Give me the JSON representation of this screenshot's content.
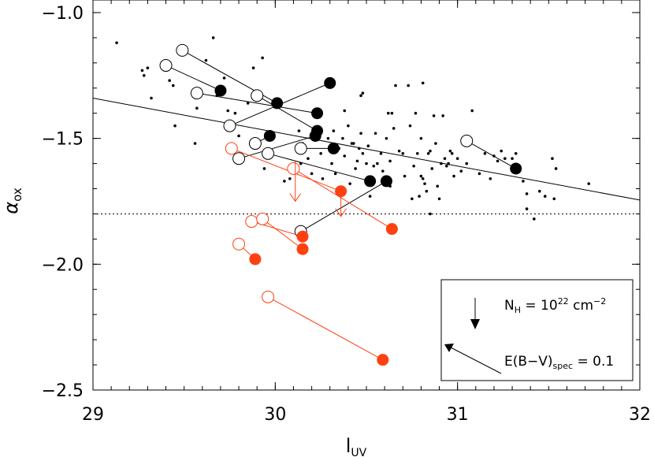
{
  "chart_data": {
    "type": "scatter",
    "title": "",
    "xlabel": "l",
    "xlabel_sub": "UV",
    "ylabel": "α",
    "ylabel_sub": "ox",
    "xlim": [
      29,
      32
    ],
    "ylim": [
      -2.5,
      -0.95
    ],
    "x_ticks": [
      29,
      30,
      31,
      32
    ],
    "x_tick_labels": [
      "29",
      "30",
      "31",
      "32"
    ],
    "y_ticks": [
      -1.0,
      -1.5,
      -2.0,
      -2.5
    ],
    "y_tick_labels": [
      "−1.0",
      "−1.5",
      "−2.0",
      "−2.5"
    ],
    "grid": false,
    "colors": {
      "black": "#000000",
      "red": "#ff4010"
    },
    "reference_lines": [
      {
        "kind": "regression",
        "style": "solid",
        "x": [
          29,
          32
        ],
        "y": [
          -1.34,
          -1.745
        ]
      },
      {
        "kind": "threshold",
        "style": "dotted",
        "y": -1.8
      }
    ],
    "background_points": [
      [
        29.13,
        -1.12
      ],
      [
        29.27,
        -1.23
      ],
      [
        29.3,
        -1.22
      ],
      [
        29.28,
        -1.25
      ],
      [
        29.32,
        -1.34
      ],
      [
        29.42,
        -1.27
      ],
      [
        29.44,
        -1.29
      ],
      [
        29.45,
        -1.45
      ],
      [
        29.56,
        -1.52
      ],
      [
        29.57,
        -1.38
      ],
      [
        29.62,
        -1.19
      ],
      [
        29.66,
        -1.1
      ],
      [
        29.68,
        -1.33
      ],
      [
        29.72,
        -1.26
      ],
      [
        29.74,
        -1.39
      ],
      [
        29.78,
        -1.4
      ],
      [
        29.8,
        -1.49
      ],
      [
        29.85,
        -1.36
      ],
      [
        29.88,
        -1.22
      ],
      [
        29.93,
        -1.18
      ],
      [
        29.94,
        -1.62
      ],
      [
        30.05,
        -1.67
      ],
      [
        30.08,
        -1.66
      ],
      [
        30.13,
        -1.47
      ],
      [
        30.14,
        -1.6
      ],
      [
        30.15,
        -1.52
      ],
      [
        30.18,
        -1.58
      ],
      [
        30.2,
        -1.64
      ],
      [
        30.22,
        -1.48
      ],
      [
        30.25,
        -1.56
      ],
      [
        30.26,
        -1.66
      ],
      [
        30.29,
        -1.5
      ],
      [
        30.3,
        -1.55
      ],
      [
        30.31,
        -1.6
      ],
      [
        30.32,
        -1.47
      ],
      [
        30.33,
        -1.64
      ],
      [
        30.35,
        -1.54
      ],
      [
        30.37,
        -1.5
      ],
      [
        30.38,
        -1.39
      ],
      [
        30.38,
        -1.57
      ],
      [
        30.4,
        -1.45
      ],
      [
        30.41,
        -1.68
      ],
      [
        30.42,
        -1.52
      ],
      [
        30.43,
        -1.52
      ],
      [
        30.44,
        -1.62
      ],
      [
        30.45,
        -1.59
      ],
      [
        30.46,
        -1.54
      ],
      [
        30.47,
        -1.33
      ],
      [
        30.47,
        -1.48
      ],
      [
        30.48,
        -1.32
      ],
      [
        30.48,
        -1.56
      ],
      [
        30.5,
        -1.6
      ],
      [
        30.51,
        -1.53
      ],
      [
        30.52,
        -1.73
      ],
      [
        30.54,
        -1.61
      ],
      [
        30.55,
        -1.48
      ],
      [
        30.56,
        -1.6
      ],
      [
        30.58,
        -1.56
      ],
      [
        30.59,
        -1.63
      ],
      [
        30.61,
        -1.5
      ],
      [
        30.62,
        -1.4
      ],
      [
        30.63,
        -1.59
      ],
      [
        30.63,
        -1.69
      ],
      [
        30.64,
        -1.4
      ],
      [
        30.65,
        -1.46
      ],
      [
        30.66,
        -1.29
      ],
      [
        30.68,
        -1.55
      ],
      [
        30.7,
        -1.56
      ],
      [
        30.71,
        -1.65
      ],
      [
        30.73,
        -1.29
      ],
      [
        30.74,
        -1.45
      ],
      [
        30.75,
        -1.74
      ],
      [
        30.76,
        -1.61
      ],
      [
        30.77,
        -1.4
      ],
      [
        30.78,
        -1.56
      ],
      [
        30.79,
        -1.73
      ],
      [
        30.8,
        -1.65
      ],
      [
        30.8,
        -1.5
      ],
      [
        30.81,
        -1.28
      ],
      [
        30.81,
        -1.66
      ],
      [
        30.82,
        -1.68
      ],
      [
        30.83,
        -1.71
      ],
      [
        30.84,
        -1.56
      ],
      [
        30.85,
        -1.55
      ],
      [
        30.85,
        -1.8
      ],
      [
        30.86,
        -1.62
      ],
      [
        30.87,
        -1.41
      ],
      [
        30.88,
        -1.52
      ],
      [
        30.89,
        -1.69
      ],
      [
        30.9,
        -1.74
      ],
      [
        30.91,
        -1.6
      ],
      [
        30.92,
        -1.41
      ],
      [
        30.93,
        -1.58
      ],
      [
        30.94,
        -1.61
      ],
      [
        30.95,
        -1.6
      ],
      [
        30.96,
        -1.55
      ],
      [
        30.97,
        -1.56
      ],
      [
        30.98,
        -1.65
      ],
      [
        31.0,
        -1.58
      ],
      [
        31.02,
        -1.63
      ],
      [
        31.05,
        -1.6
      ],
      [
        31.08,
        -1.39
      ],
      [
        31.12,
        -1.64
      ],
      [
        31.15,
        -1.56
      ],
      [
        31.18,
        -1.66
      ],
      [
        31.2,
        -1.57
      ],
      [
        31.22,
        -1.59
      ],
      [
        31.24,
        -1.55
      ],
      [
        31.26,
        -1.58
      ],
      [
        31.3,
        -1.58
      ],
      [
        31.32,
        -1.56
      ],
      [
        31.36,
        -1.67
      ],
      [
        31.38,
        -1.72
      ],
      [
        31.38,
        -1.78
      ],
      [
        31.42,
        -1.82
      ],
      [
        31.45,
        -1.71
      ],
      [
        31.48,
        -1.73
      ],
      [
        31.52,
        -1.58
      ],
      [
        31.53,
        -1.74
      ],
      [
        31.54,
        -1.62
      ],
      [
        31.72,
        -1.68
      ]
    ],
    "black_pairs": [
      {
        "open": [
          29.49,
          -1.15
        ],
        "filled": [
          30.01,
          -1.36
        ]
      },
      {
        "open": [
          29.4,
          -1.21
        ],
        "filled": [
          29.7,
          -1.31
        ]
      },
      {
        "open": [
          29.57,
          -1.32
        ],
        "filled": [
          30.23,
          -1.4
        ]
      },
      {
        "open": [
          29.9,
          -1.33
        ],
        "filled": [
          30.23,
          -1.47
        ]
      },
      {
        "open": [
          29.75,
          -1.45
        ],
        "filled": [
          30.3,
          -1.28
        ]
      },
      {
        "open": [
          29.8,
          -1.58
        ],
        "filled": [
          30.22,
          -1.49
        ]
      },
      {
        "open": [
          29.89,
          -1.52
        ],
        "filled": [
          29.97,
          -1.49
        ]
      },
      {
        "open": [
          29.96,
          -1.56
        ],
        "filled": [
          30.52,
          -1.67
        ]
      },
      {
        "open": [
          30.14,
          -1.54
        ],
        "filled": [
          30.32,
          -1.54
        ]
      },
      {
        "open": [
          30.14,
          -1.87
        ],
        "filled": [
          30.61,
          -1.67
        ]
      },
      {
        "open": [
          31.05,
          -1.51
        ],
        "filled": [
          31.32,
          -1.62
        ]
      }
    ],
    "red_pairs": [
      {
        "open": [
          29.76,
          -1.54
        ],
        "filled": [
          30.36,
          -1.71
        ]
      },
      {
        "open": [
          29.87,
          -1.83
        ],
        "filled": [
          30.15,
          -1.89
        ]
      },
      {
        "open": [
          29.93,
          -1.82
        ],
        "filled": [
          30.15,
          -1.94
        ]
      },
      {
        "open": [
          29.8,
          -1.92
        ],
        "filled": [
          29.89,
          -1.98
        ]
      },
      {
        "open": [
          30.1,
          -1.62
        ],
        "filled": [
          30.64,
          -1.86
        ]
      },
      {
        "open": [
          29.96,
          -2.13
        ],
        "filled": [
          30.59,
          -2.38
        ]
      }
    ],
    "red_arrows": [
      {
        "x": 30.11,
        "y_from": -1.59,
        "y_to": -1.75
      },
      {
        "x": 30.36,
        "y_from": -1.71,
        "y_to": -1.81
      }
    ],
    "legend": {
      "position": "bottom-right",
      "nh_label": "N",
      "nh_sub": "H",
      "nh_value": " = 10",
      "nh_exp": "22",
      "nh_unit": " cm",
      "nh_unit_exp": "−2",
      "ebv_label": "E(B−V)",
      "ebv_sub": "spec",
      "ebv_value": " = 0.1"
    }
  }
}
